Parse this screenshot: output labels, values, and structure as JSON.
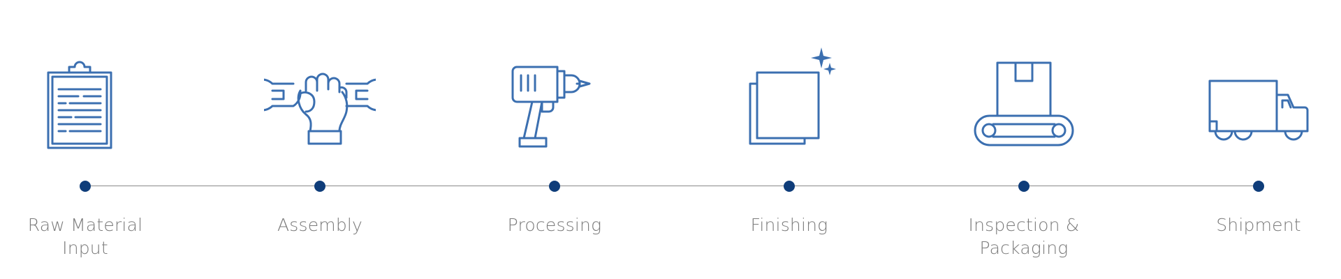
{
  "accent_color": "#3b6fb0",
  "dot_color": "#0f3d7a",
  "label_color": "#7a7a7a",
  "line_color": "#8a8a8a",
  "steps": [
    {
      "label": "Raw Material\nInput",
      "icon": "clipboard-icon"
    },
    {
      "label": "Assembly",
      "icon": "fist-wrench-icon"
    },
    {
      "label": "Processing",
      "icon": "drill-icon"
    },
    {
      "label": "Finishing",
      "icon": "polished-squares-icon"
    },
    {
      "label": "Inspection &\nPackaging",
      "icon": "conveyor-box-icon"
    },
    {
      "label": "Shipment",
      "icon": "truck-icon"
    }
  ]
}
